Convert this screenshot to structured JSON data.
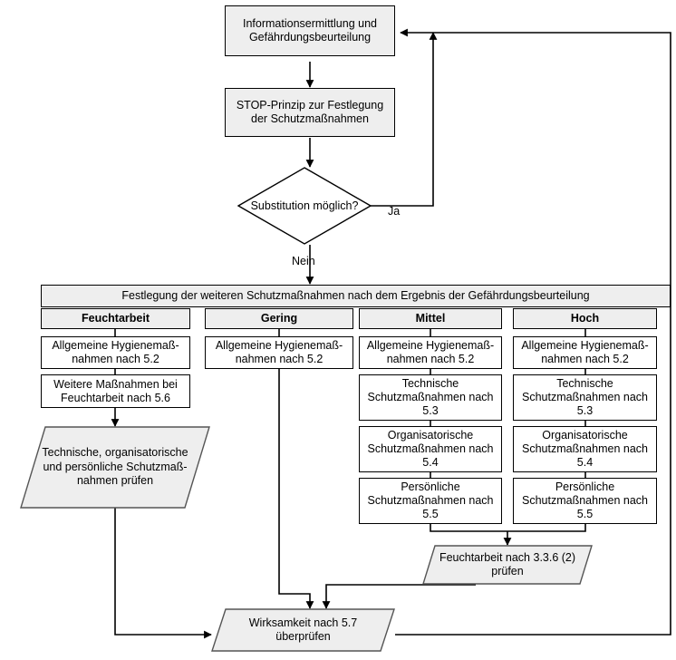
{
  "diagram": {
    "title": "Schutzmaßnahmen-Flussdiagramm",
    "colors": {
      "shape_fill_shaded": "#eeeeee",
      "shape_fill_plain": "#ffffff",
      "stroke": "#000000",
      "background": "#ffffff"
    },
    "nodes": {
      "info": "Informationsermittlung und Gefährdungsbeurteilung",
      "stop": "STOP-Prinzip zur Festlegung der Schutzmaßnahmen",
      "decision": "Substitution möglich?",
      "banner": "Festlegung der weiteren Schutzmaßnahmen nach dem Ergebnis der Gefährdungsbeurteilung",
      "pruefen_links": "Technische, organisatorische und persönliche Schutzmaß- nahmen prüfen",
      "feuchtarbeit_pruefen": "Feuchtarbeit nach 3.3.6 (2) prüfen",
      "wirksamkeit": "Wirksamkeit nach 5.7 überprüfen"
    },
    "edge_labels": {
      "ja": "Ja",
      "nein": "Nein"
    },
    "columns": [
      {
        "key": "feuchtarbeit",
        "header": "Feuchtarbeit",
        "steps": [
          "Allgemeine Hygienemaß- nahmen nach 5.2",
          "Weitere Maßnahmen bei Feuchtarbeit nach 5.6"
        ]
      },
      {
        "key": "gering",
        "header": "Gering",
        "steps": [
          "Allgemeine Hygienemaß- nahmen nach 5.2"
        ]
      },
      {
        "key": "mittel",
        "header": "Mittel",
        "steps": [
          "Allgemeine Hygienemaß- nahmen nach 5.2",
          "Technische Schutzmaßnahmen nach 5.3",
          "Organisatorische Schutzmaßnahmen nach 5.4",
          "Persönliche Schutzmaßnahmen nach 5.5"
        ]
      },
      {
        "key": "hoch",
        "header": "Hoch",
        "steps": [
          "Allgemeine Hygienemaß- nahmen nach 5.2",
          "Technische Schutzmaßnahmen nach 5.3",
          "Organisatorische Schutzmaßnahmen nach 5.4",
          "Persönliche Schutzmaßnahmen nach 5.5"
        ]
      }
    ]
  }
}
